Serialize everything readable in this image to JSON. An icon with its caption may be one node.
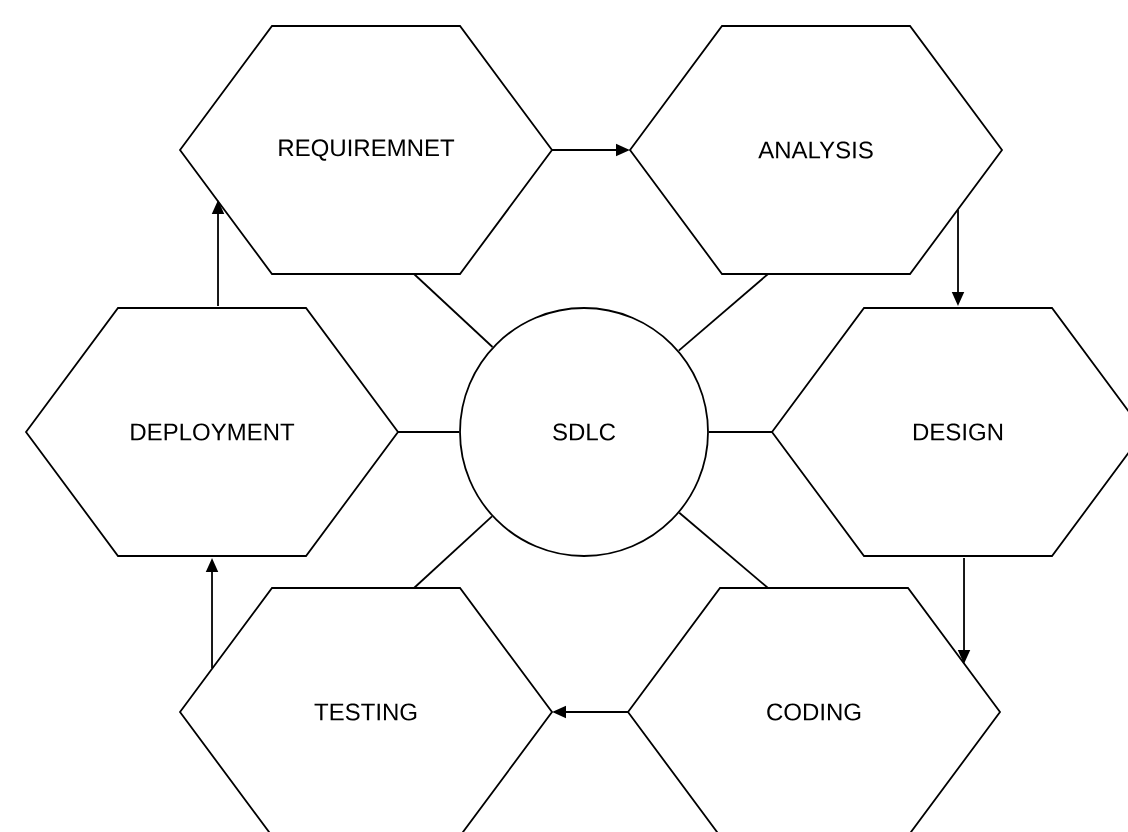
{
  "diagram": {
    "nodes": [
      {
        "text": [
          "REQUIREMNET"
        ]
      },
      {
        "text": [
          "ANALYSIS"
        ]
      },
      {
        "text": [
          "DEPLOYMENT"
        ]
      },
      {
        "text": [
          "SDLC"
        ]
      },
      {
        "text": [
          "DESIGN"
        ]
      },
      {
        "text": [
          "TESTING"
        ]
      },
      {
        "text": [
          "CODING"
        ]
      }
    ],
    "edges": [
      {
        "from": 0,
        "to": 1,
        "arrow": "to"
      },
      {
        "from": 1,
        "to": 4,
        "arrow": "to"
      },
      {
        "from": 4,
        "to": 6,
        "arrow": "to"
      },
      {
        "from": 6,
        "to": 5,
        "arrow": "to"
      },
      {
        "from": 5,
        "to": 2,
        "arrow": "to"
      },
      {
        "from": 2,
        "to": 0,
        "arrow": "to"
      },
      {
        "from": 3,
        "to": 0,
        "arrow": "none"
      },
      {
        "from": 3,
        "to": 1,
        "arrow": "none"
      },
      {
        "from": 3,
        "to": 2,
        "arrow": "none"
      },
      {
        "from": 3,
        "to": 4,
        "arrow": "none"
      },
      {
        "from": 3,
        "to": 5,
        "arrow": "none"
      },
      {
        "from": 3,
        "to": 6,
        "arrow": "none"
      }
    ]
  }
}
